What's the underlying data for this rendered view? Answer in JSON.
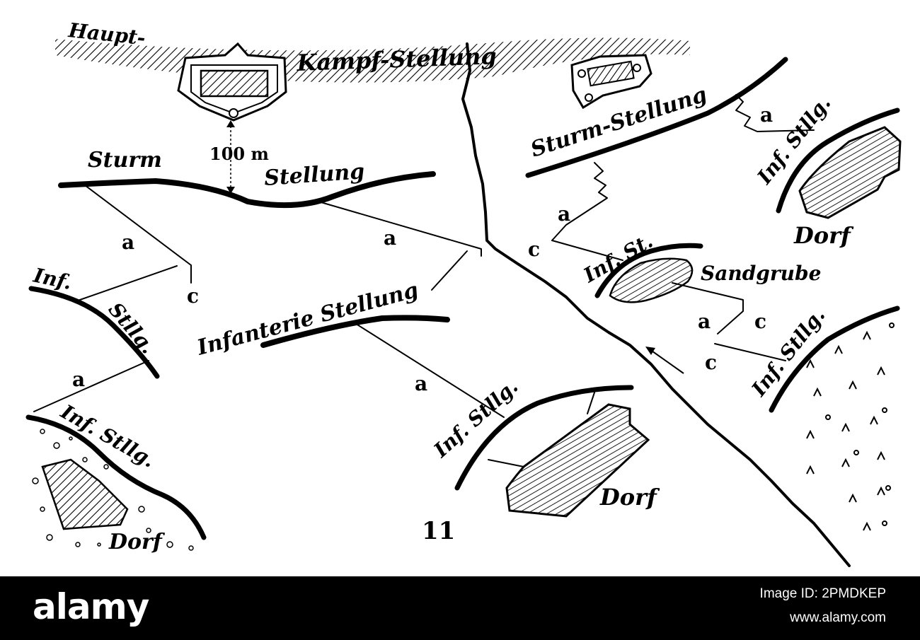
{
  "map": {
    "figure_number": "11",
    "labels": {
      "haupt": "Haupt-",
      "kampf_stellung": "Kampf-Stellung",
      "sturm_left": "Sturm",
      "distance": "100 m",
      "stellung_left": "Stellung",
      "sturm_stellung_right": "Sturm-Stellung",
      "infanterie_stellung": "Infanterie Stellung",
      "inf_st": "Inf. St.",
      "sandgrube": "Sandgrube",
      "inf_left": "Inf.",
      "stllg_left": "Stllg.",
      "inf_stllg_bottom_left": "Inf. Stllg.",
      "inf_stllg_center": "Inf. Stllg.",
      "inf_stllg_top_right": "Inf. Stllg.",
      "inf_stllg_right": "Inf. Stllg.",
      "dorf_bottom_left": "Dorf",
      "dorf_center": "Dorf",
      "dorf_top_right": "Dorf",
      "a_left": "a",
      "c_left": "c",
      "a_center": "a",
      "a_lower_left": "a",
      "a_lower_center": "a",
      "a_right_mid": "a",
      "c_right_mid": "c",
      "a_top_right": "a",
      "a_sand": "a",
      "c_sand_top": "c",
      "c_sand_bottom": "c"
    }
  },
  "banner": {
    "brand": "alamy",
    "image_id": "Image ID: 2PMDKEP",
    "host": "www.alamy.com"
  }
}
